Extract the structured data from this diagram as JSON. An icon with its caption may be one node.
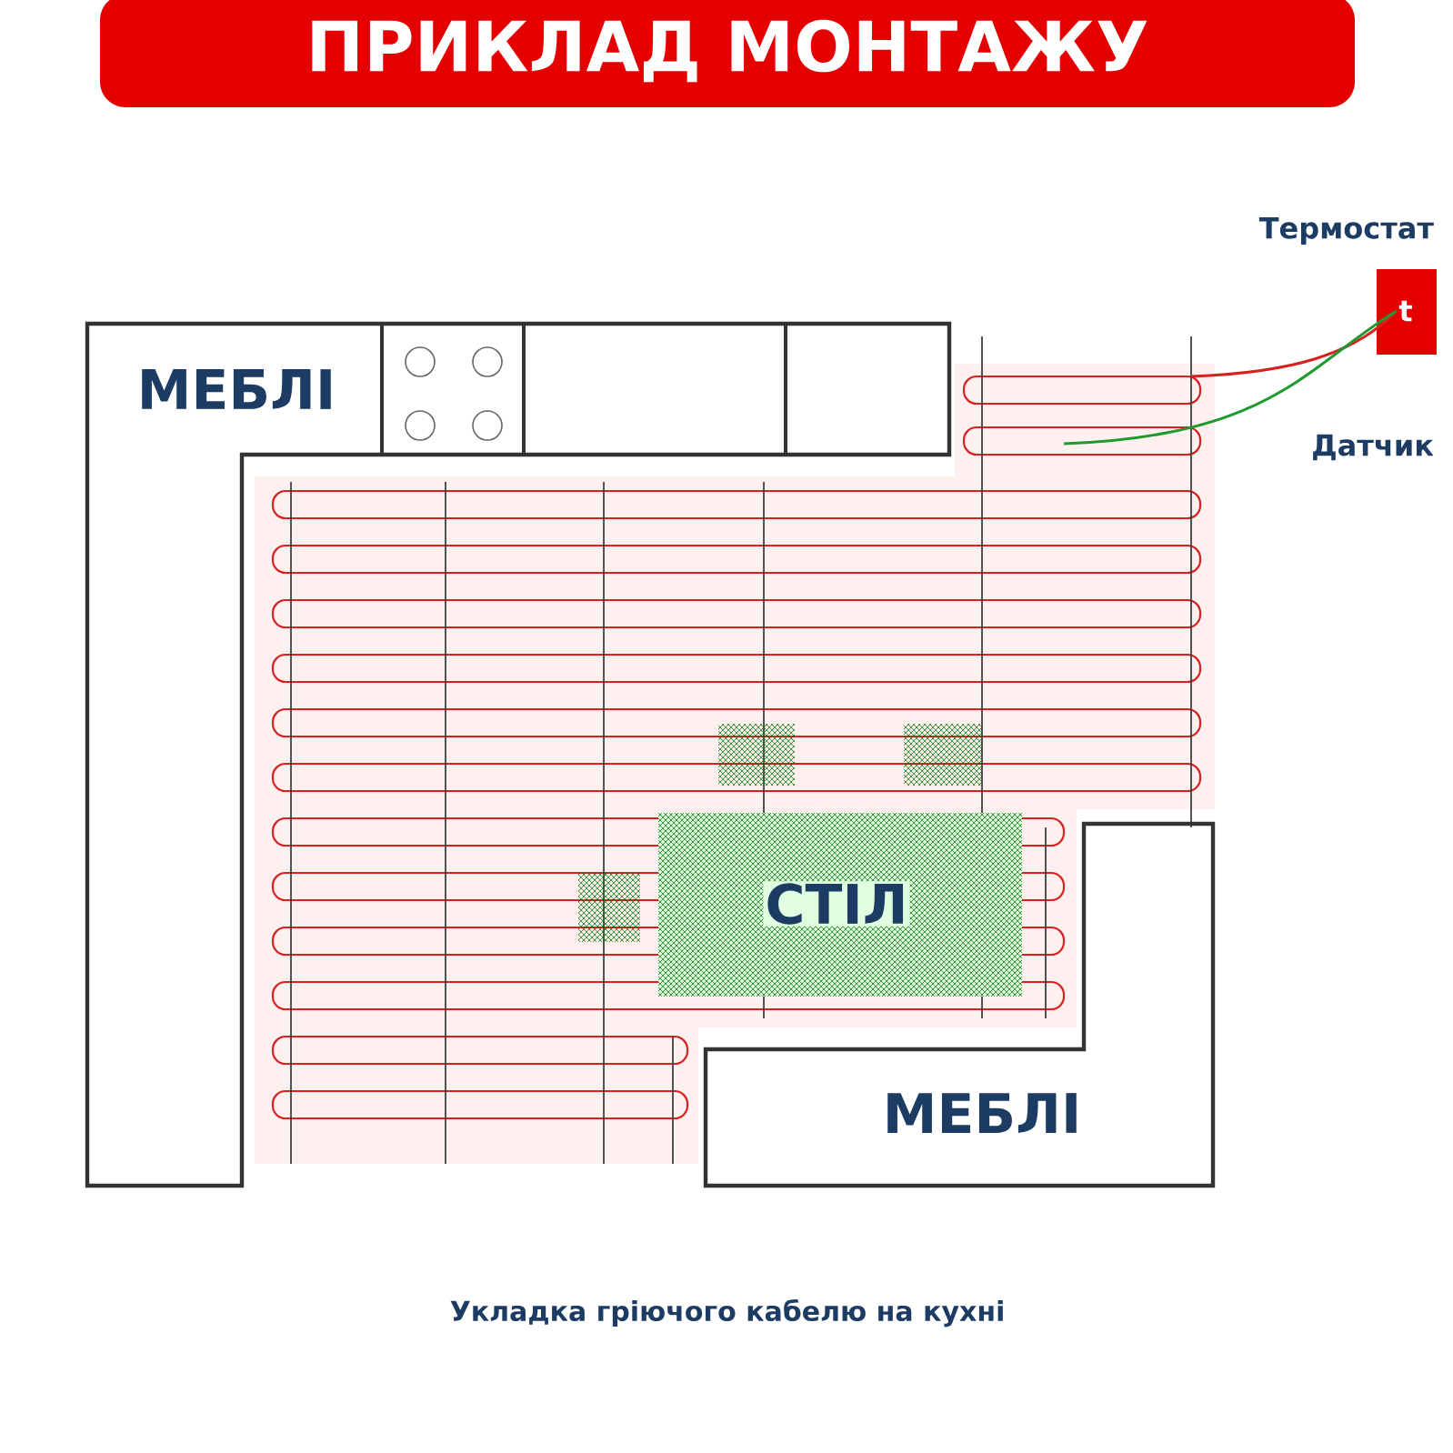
{
  "diagram": {
    "title": "ПРИКЛАД МОНТАЖУ",
    "caption": "Укладка гріючого кабелю на кухні",
    "nodes": [
      {
        "text": [
          "МЕБЛІ"
        ]
      },
      {
        "text": [
          "t"
        ],
        "beside": [
          "Термостат"
        ]
      },
      {
        "text": [
          "СТІЛ"
        ]
      },
      {
        "text": [
          "МЕБЛІ"
        ]
      }
    ],
    "edges": [
      {
        "from": null,
        "to": 1,
        "arrow": "none"
      },
      {
        "from": 1,
        "to": null,
        "arrow": "none",
        "label": "Датчик",
        "color": "#1e9a2e"
      }
    ]
  }
}
